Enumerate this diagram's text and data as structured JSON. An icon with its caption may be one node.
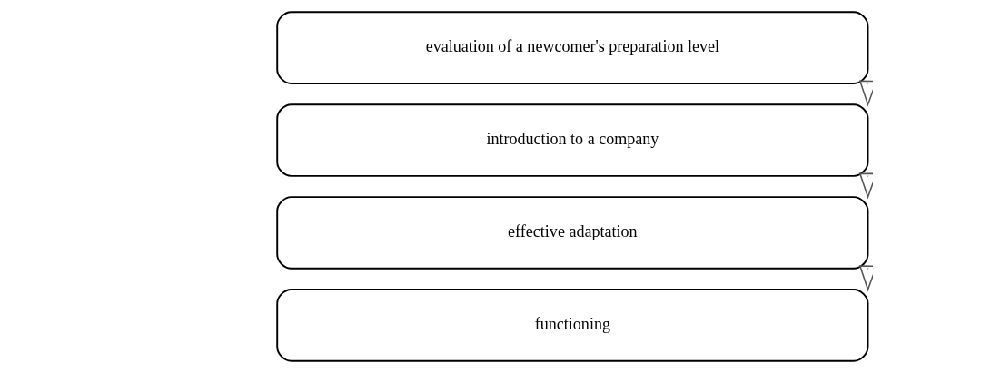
{
  "diagram": {
    "nodes": [
      {
        "text": [
          "evaluation of a newcomer's preparation level"
        ]
      },
      {
        "text": [
          "introduction to a company"
        ]
      },
      {
        "text": [
          "effective adaptation"
        ]
      },
      {
        "text": [
          "functioning"
        ]
      }
    ],
    "edges": [
      {
        "from": 0,
        "to": 1,
        "arrow": "to"
      },
      {
        "from": 1,
        "to": 2,
        "arrow": "to"
      },
      {
        "from": 2,
        "to": 3,
        "arrow": "to"
      }
    ]
  }
}
